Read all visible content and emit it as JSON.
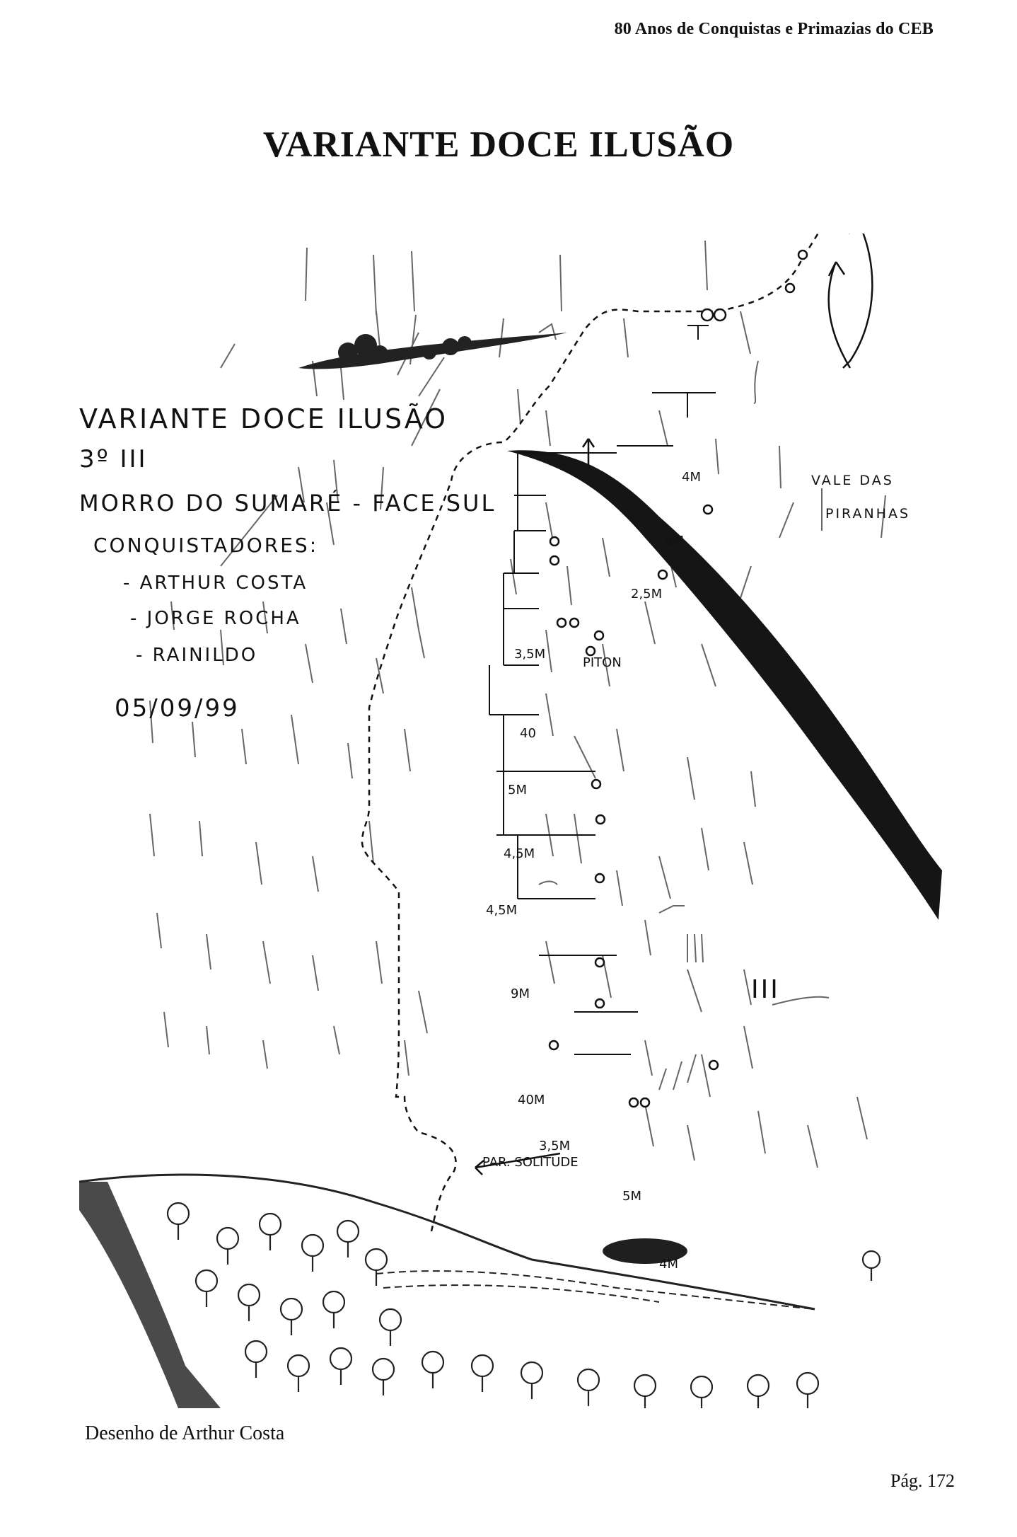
{
  "header": {
    "running_title": "80 Anos de Conquistas e Primazias do CEB"
  },
  "title": "VARIANTE DOCE ILUSÃO",
  "sketch": {
    "route_name": "VARIANTE DOCE ILUSÃO",
    "grade": "3º III",
    "location": "MORRO DO SUMARÉ - FACE SUL",
    "authors_label": "CONQUISTADORES:",
    "authors": [
      "- ARTHUR COSTA",
      "- JORGE ROCHA",
      "- RAINILDO"
    ],
    "date": "05/09/99",
    "vale_label_1": "VALE DAS",
    "vale_label_2": "PIRANHAS",
    "piton_label": "PITON",
    "trail_label": "PAR. SOLITUDE",
    "grade_mark": "III",
    "distances": [
      "4M",
      "5M",
      "2,5M",
      "3,5M",
      "40",
      "5M",
      "4,5M",
      "4,5M",
      "9M",
      "40M",
      "3,5M",
      "5M",
      "4M"
    ]
  },
  "caption": "Desenho de Arthur Costa",
  "page_number": "Pág. 172"
}
